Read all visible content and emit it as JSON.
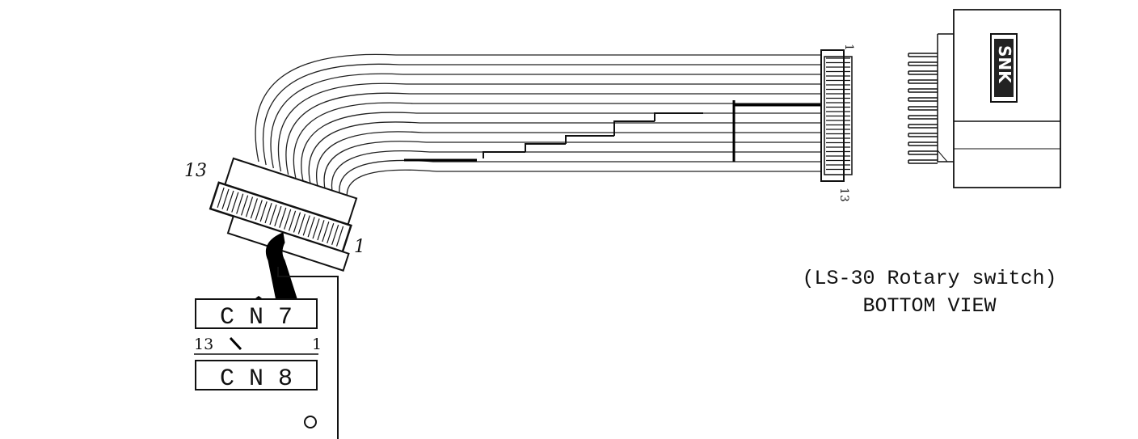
{
  "harness": {
    "left_pin_start": "13",
    "left_pin_end": "1",
    "right_pin_start": "1",
    "right_pin_end": "13"
  },
  "board": {
    "connector_top": "C N 7",
    "connector_bottom": "C N 8",
    "pin_left": "13",
    "pin_right": "1"
  },
  "switch": {
    "logo": "SNK"
  },
  "caption": {
    "line1": "(LS-30 Rotary switch)",
    "line2": "BOTTOM VIEW"
  }
}
